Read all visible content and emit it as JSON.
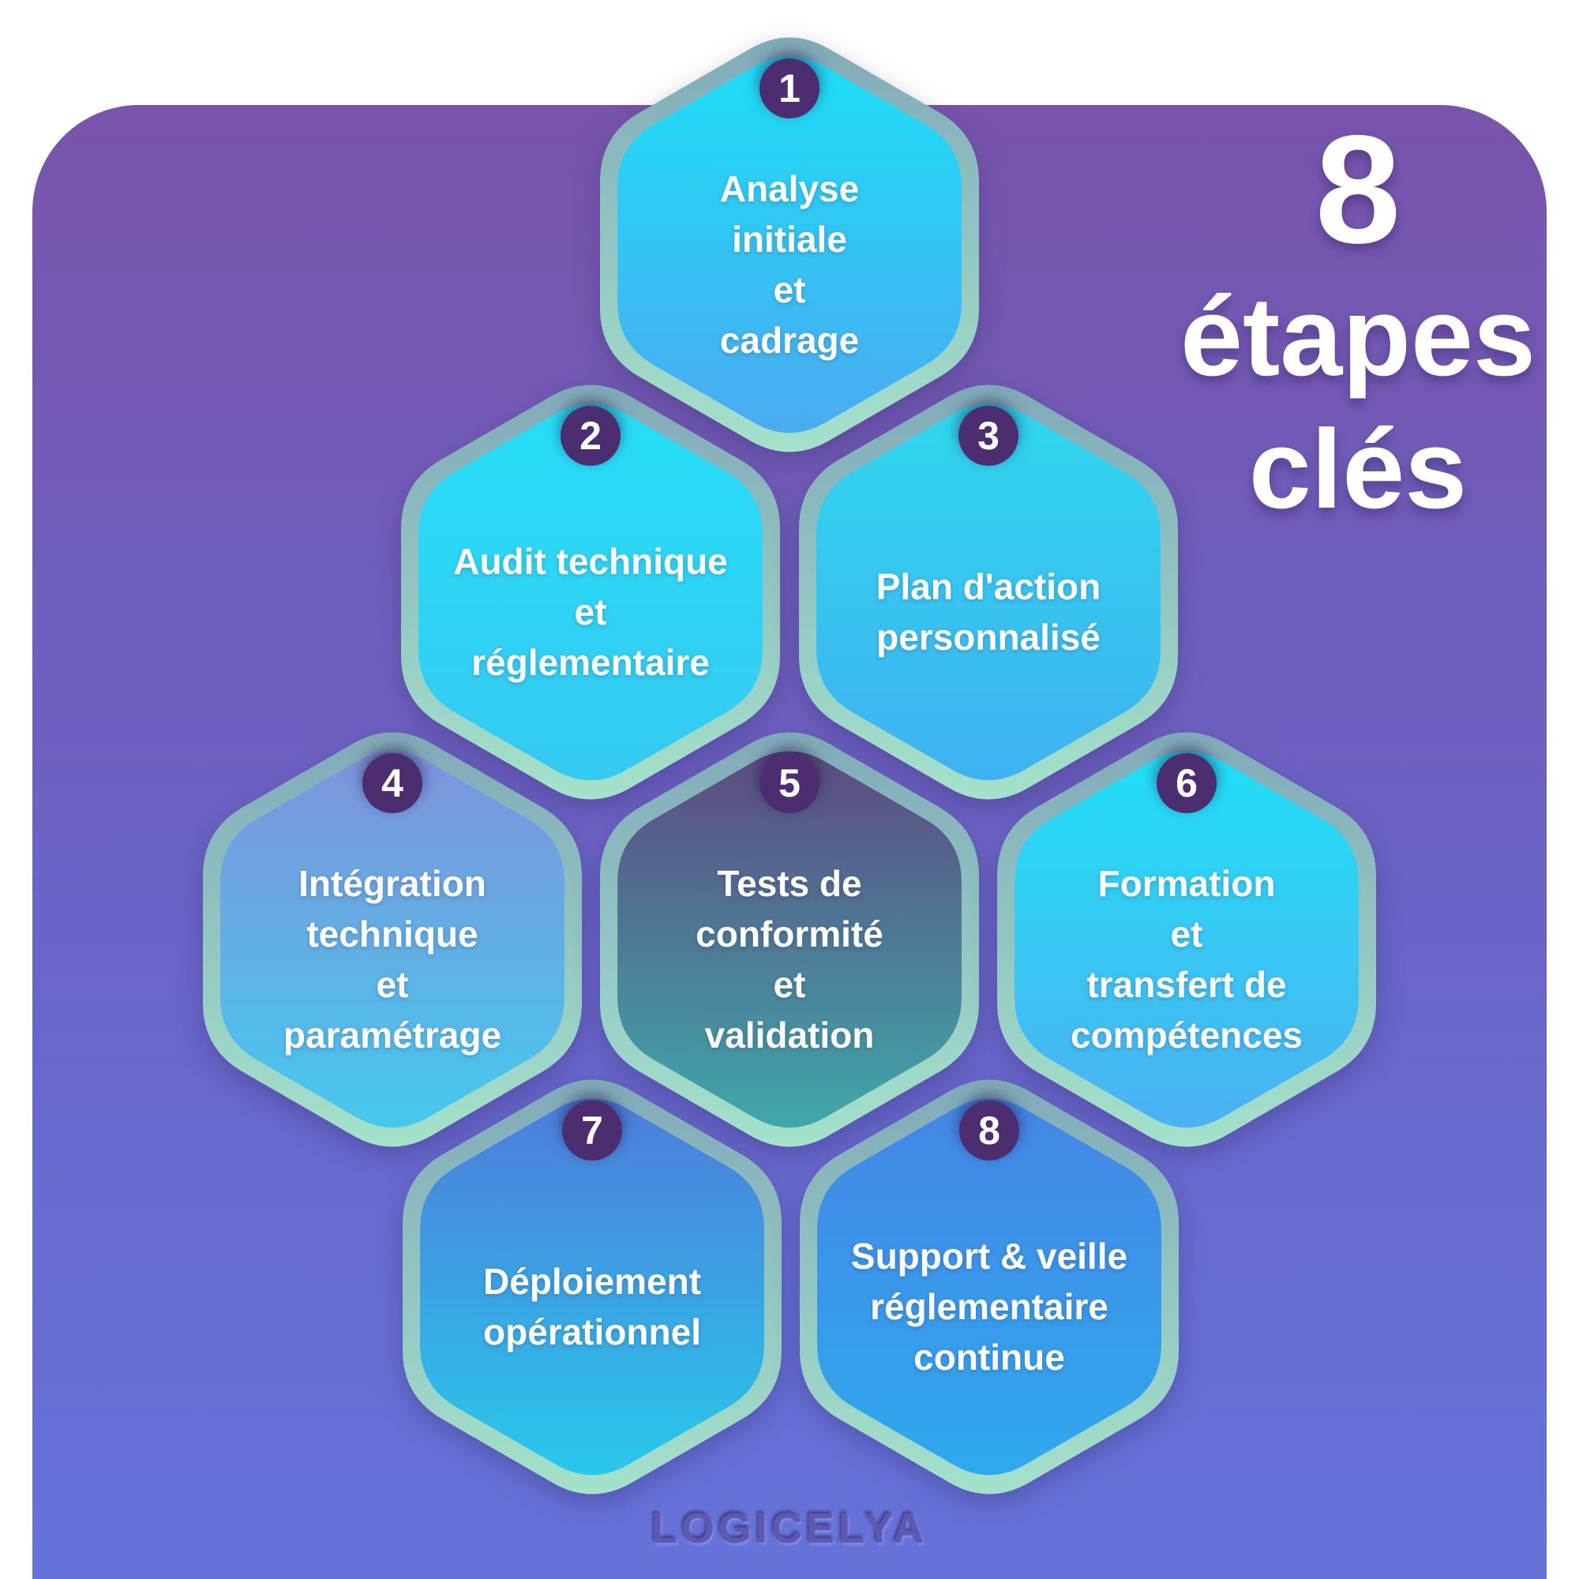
{
  "title": {
    "big_number": "8",
    "word1": "étapes",
    "word2": "clés"
  },
  "watermark": "LOGICELYA",
  "colors": {
    "canvas": "#ffffff",
    "panel_top": "#7854ab",
    "panel_bottom": "#6573d9",
    "border_top": "#7fa7b8",
    "border_bottom": "#a6e5cb",
    "badge": "#4b2d70",
    "badge_text": "#ffffff",
    "label_text": "#ffffff",
    "title_text": "#ffffff"
  },
  "steps": [
    {
      "number": "1",
      "lines": [
        "Analyse",
        "initiale",
        "et",
        "cadrage"
      ],
      "fill_top": "#1ddef6",
      "fill_bottom": "#4aabf1"
    },
    {
      "number": "2",
      "lines": [
        "Audit technique",
        "et",
        "réglementaire"
      ],
      "fill_top": "#27dff7",
      "fill_bottom": "#35c9f2"
    },
    {
      "number": "3",
      "lines": [
        "Plan d'action",
        "personnalisé"
      ],
      "fill_top": "#2fd7ee",
      "fill_bottom": "#3fb2f1"
    },
    {
      "number": "4",
      "lines": [
        "Intégration",
        "technique",
        "et",
        "paramétrage"
      ],
      "fill_top": "#8093dc",
      "fill_bottom": "#45c9ee"
    },
    {
      "number": "5",
      "lines": [
        "Tests de",
        "conformité",
        "et",
        "validation"
      ],
      "fill_top": "#5d4a80",
      "fill_bottom": "#3fa8ab"
    },
    {
      "number": "6",
      "lines": [
        "Formation",
        "et",
        "transfert de",
        "compétences"
      ],
      "fill_top": "#20e0f6",
      "fill_bottom": "#4db1f2"
    },
    {
      "number": "7",
      "lines": [
        "Déploiement",
        "opérationnel"
      ],
      "fill_top": "#4e7cda",
      "fill_bottom": "#28c9eb"
    },
    {
      "number": "8",
      "lines": [
        "Support & veille",
        "réglementaire",
        "continue"
      ],
      "fill_top": "#4486e5",
      "fill_bottom": "#2fa9ee"
    }
  ]
}
